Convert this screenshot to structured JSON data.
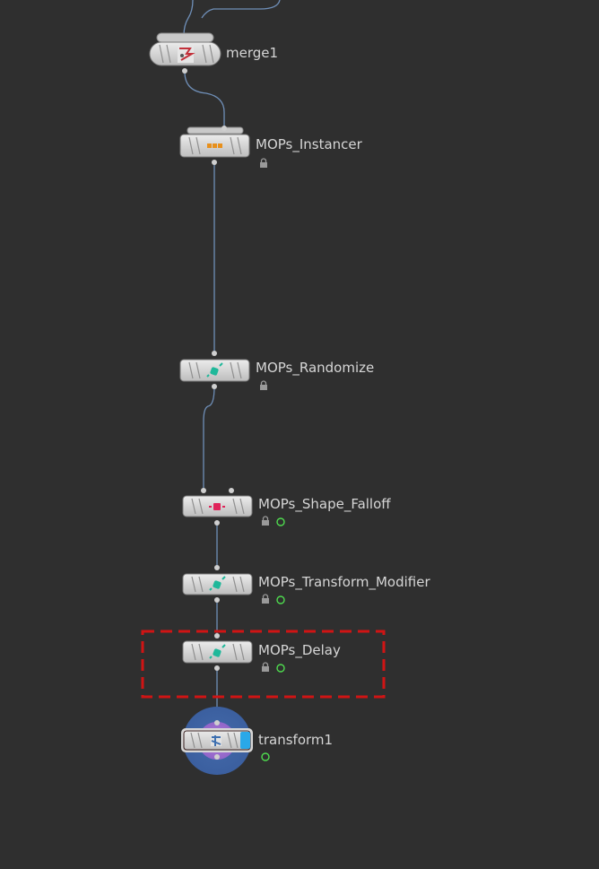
{
  "network_editor": {
    "background_color": "#2f2f2f",
    "wire_color": "#6f8fb8",
    "nodes": [
      {
        "id": "merge1",
        "label": "merge1",
        "icon": "merge-icon",
        "flags": []
      },
      {
        "id": "instancer",
        "label": "MOPs_Instancer",
        "icon": "instancer-icon",
        "flags": [
          "lock"
        ]
      },
      {
        "id": "randomize",
        "label": "MOPs_Randomize",
        "icon": "mops-modifier-icon",
        "flags": [
          "lock"
        ]
      },
      {
        "id": "shape_falloff",
        "label": "MOPs_Shape_Falloff",
        "icon": "falloff-icon",
        "flags": [
          "lock",
          "display"
        ]
      },
      {
        "id": "transform_modifier",
        "label": "MOPs_Transform_Modifier",
        "icon": "mops-modifier-icon",
        "flags": [
          "lock",
          "display"
        ]
      },
      {
        "id": "delay",
        "label": "MOPs_Delay",
        "icon": "mops-modifier-icon",
        "flags": [
          "lock",
          "display"
        ],
        "highlighted": true
      },
      {
        "id": "transform1",
        "label": "transform1",
        "icon": "transform-icon",
        "flags": [
          "display"
        ],
        "selected": true,
        "display_flag_on": true
      }
    ],
    "highlight_color": "#d01414",
    "display_flag_color": "#4fdc4f",
    "render_flag_color": "#2aa8e8"
  }
}
